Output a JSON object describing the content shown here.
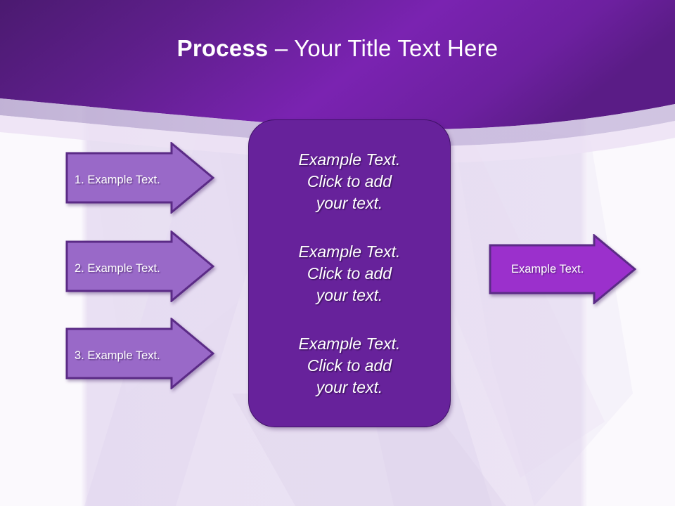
{
  "slide": {
    "title": {
      "bold_part": "Process",
      "rest_part": " – Your Title Text Here"
    },
    "colors": {
      "header_dark": "#4e1a72",
      "header_bright": "#7b23b0",
      "panel_fill": "#67229b",
      "panel_stroke": "#3f1166",
      "left_arrow_fill": "#9969c8",
      "left_arrow_stroke": "#5b2b86",
      "right_arrow_fill": "#9b30cc",
      "right_arrow_stroke": "#5b2b86",
      "background_light": "#f7f4fb",
      "background_lavender": "#e8dff2",
      "text_white": "#ffffff"
    }
  },
  "left_arrows": [
    {
      "label": "1. Example Text."
    },
    {
      "label": "2. Example Text."
    },
    {
      "label": "3. Example Text."
    }
  ],
  "center_panel": {
    "blocks": [
      {
        "line1": "Example Text.",
        "line2": "Click  to add",
        "line3": "your text."
      },
      {
        "line1": "Example Text.",
        "line2": "Click  to add",
        "line3": "your text."
      },
      {
        "line1": "Example Text.",
        "line2": "Click  to add",
        "line3": "your text."
      }
    ]
  },
  "right_arrow": {
    "label": "Example Text."
  }
}
